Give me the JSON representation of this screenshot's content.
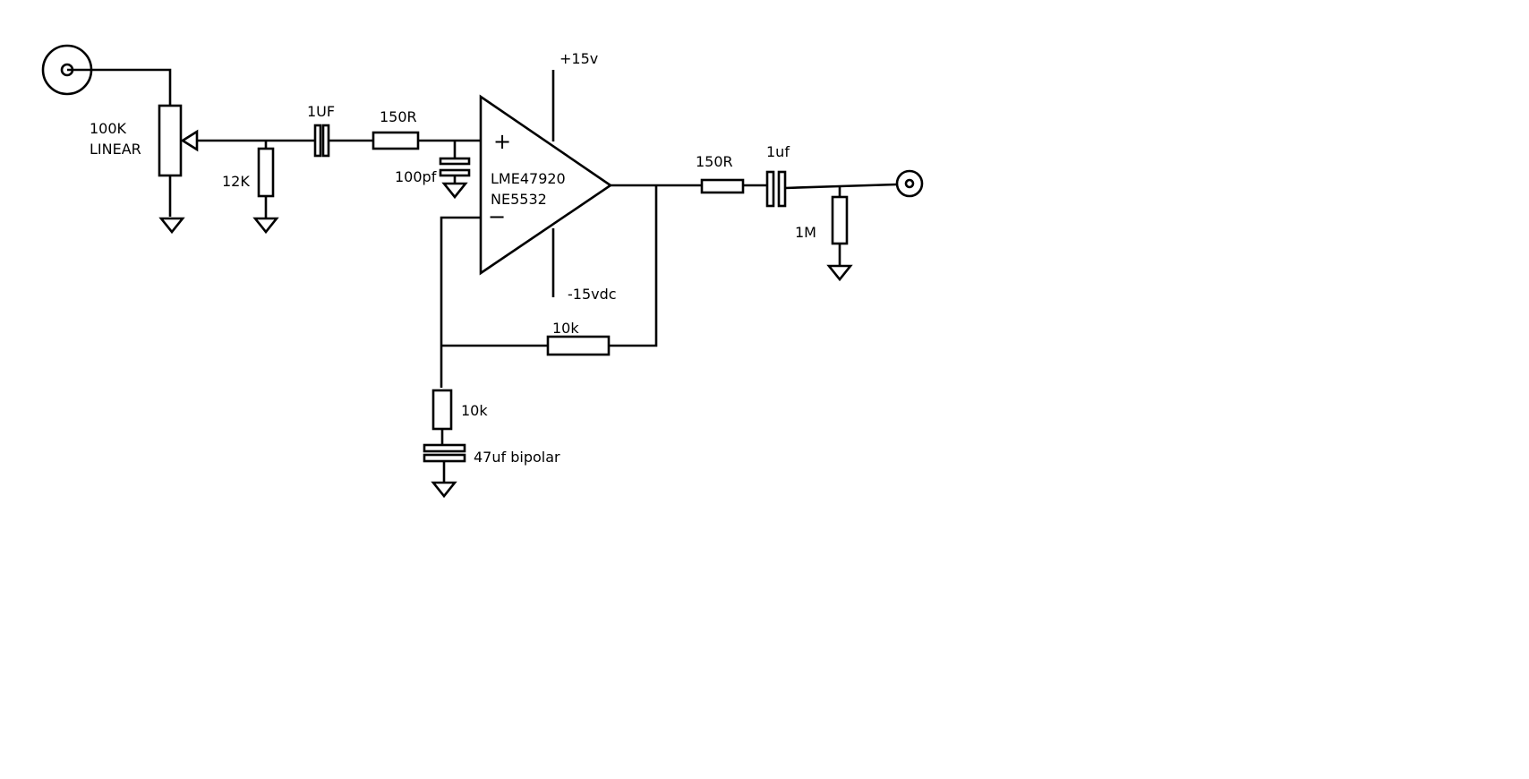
{
  "labels": {
    "pot_value": "100K",
    "pot_taper": "LINEAR",
    "r_12k": "12K",
    "c_input": "1UF",
    "r_input": "150R",
    "c_100pf": "100pf",
    "supply_pos": "+15v",
    "supply_neg": "-15vdc",
    "opamp_plus": "+",
    "opamp_minus": "−",
    "opamp_part1": "LME47920",
    "opamp_part2": "NE5532",
    "r_output": "150R",
    "c_output": "1uf",
    "r_1m": "1M",
    "r_feedback": "10k",
    "r_gain": "10k",
    "c_bipolar": "47uf bipolar"
  }
}
